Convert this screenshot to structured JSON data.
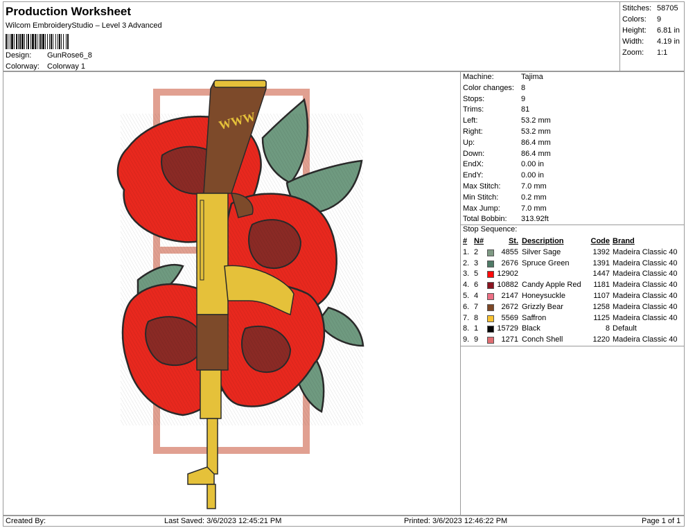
{
  "header": {
    "title": "Production Worksheet",
    "subtitle": "Wilcom EmbroideryStudio – Level 3 Advanced",
    "design_label": "Design:",
    "design_value": "GunRose6_8",
    "colorway_label": "Colorway:",
    "colorway_value": "Colorway 1"
  },
  "stats": {
    "stitches_label": "Stitches:",
    "stitches": "58705",
    "colors_label": "Colors:",
    "colors": "9",
    "height_label": "Height:",
    "height": "6.81 in",
    "width_label": "Width:",
    "width": "4.19 in",
    "zoom_label": "Zoom:",
    "zoom": "1:1"
  },
  "machine_info": [
    {
      "label": "Machine:",
      "value": "Tajima"
    },
    {
      "label": "Color changes:",
      "value": "8"
    },
    {
      "label": "Stops:",
      "value": "9"
    },
    {
      "label": "Trims:",
      "value": "81"
    },
    {
      "label": "Left:",
      "value": "53.2 mm"
    },
    {
      "label": "Right:",
      "value": "53.2 mm"
    },
    {
      "label": "Up:",
      "value": "86.4 mm"
    },
    {
      "label": "Down:",
      "value": "86.4 mm"
    },
    {
      "label": "EndX:",
      "value": "0.00 in"
    },
    {
      "label": "EndY:",
      "value": "0.00 in"
    },
    {
      "label": "Max Stitch:",
      "value": "7.0 mm"
    },
    {
      "label": "Min Stitch:",
      "value": "0.2 mm"
    },
    {
      "label": "Max Jump:",
      "value": "7.0 mm"
    },
    {
      "label": "Total Bobbin:",
      "value": "313.92ft"
    }
  ],
  "stop_sequence": {
    "title": "Stop Sequence:",
    "columns": {
      "idx": "#",
      "n": "N#",
      "st": "St.",
      "desc": "Description",
      "code": "Code",
      "brand": "Brand"
    },
    "rows": [
      {
        "idx": "1.",
        "n": "2",
        "color": "#7f9a84",
        "st": "4855",
        "desc": "Silver Sage",
        "code": "1392",
        "brand": "Madeira Classic 40"
      },
      {
        "idx": "2.",
        "n": "3",
        "color": "#4f7a66",
        "st": "2676",
        "desc": "Spruce Green",
        "code": "1391",
        "brand": "Madeira Classic 40"
      },
      {
        "idx": "3.",
        "n": "5",
        "color": "#ff0a0a",
        "st": "12902",
        "desc": "",
        "code": "1447",
        "brand": "Madeira Classic 40"
      },
      {
        "idx": "4.",
        "n": "6",
        "color": "#8a1420",
        "st": "10882",
        "desc": "Candy Apple Red",
        "code": "1181",
        "brand": "Madeira Classic 40"
      },
      {
        "idx": "5.",
        "n": "4",
        "color": "#ec6f84",
        "st": "2147",
        "desc": "Honeysuckle",
        "code": "1107",
        "brand": "Madeira Classic 40"
      },
      {
        "idx": "6.",
        "n": "7",
        "color": "#7d4726",
        "st": "2672",
        "desc": "Grizzly Bear",
        "code": "1258",
        "brand": "Madeira Classic 40"
      },
      {
        "idx": "7.",
        "n": "8",
        "color": "#f7c130",
        "st": "5569",
        "desc": "Saffron",
        "code": "1125",
        "brand": "Madeira Classic 40"
      },
      {
        "idx": "8.",
        "n": "1",
        "color": "#050505",
        "st": "15729",
        "desc": "Black",
        "code": "8",
        "brand": "Default"
      },
      {
        "idx": "9.",
        "n": "9",
        "color": "#e06e72",
        "st": "1271",
        "desc": "Conch Shell",
        "code": "1220",
        "brand": "Madeira Classic 40"
      }
    ]
  },
  "footer": {
    "created_by": "Created By:",
    "last_saved": "Last Saved: 3/6/2023 12:45:21 PM",
    "printed": "Printed: 3/6/2023 12:46:22 PM",
    "page": "Page 1 of 1"
  },
  "design_preview": {
    "alt": "Embroidery design: rifle with red roses and green leaves inside a pink rectangular frame",
    "colors": {
      "frame": "#e1a091",
      "rose_red": "#e8281e",
      "rose_dark": "#8a2a25",
      "leaf": "#6f9a80",
      "gold": "#e5c13a",
      "wood": "#7d4a2a",
      "outline": "#2a2a2a"
    }
  }
}
